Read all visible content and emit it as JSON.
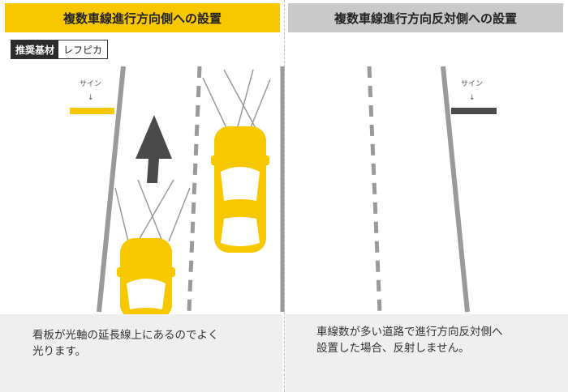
{
  "left_panel": {
    "title": "複数車線進行方向側への設置",
    "badge": {
      "key": "推奨基材",
      "value": "レフピカ"
    },
    "sign_label": "サイン",
    "caption_line1": "看板が光軸の延長線上にあるのでよく",
    "caption_line2": "光ります。"
  },
  "right_panel": {
    "title": "複数車線進行方向反対側への設置",
    "sign_label": "サイン",
    "caption_line1": "車線数が多い道路で進行方向反対側へ",
    "caption_line2": "設置した場合、反射しません。"
  },
  "colors": {
    "accent_yellow": "#f7c800",
    "header_gray": "#c9c9c9",
    "sign_dark": "#4a4a4a",
    "road_line": "#9a9a9a"
  }
}
